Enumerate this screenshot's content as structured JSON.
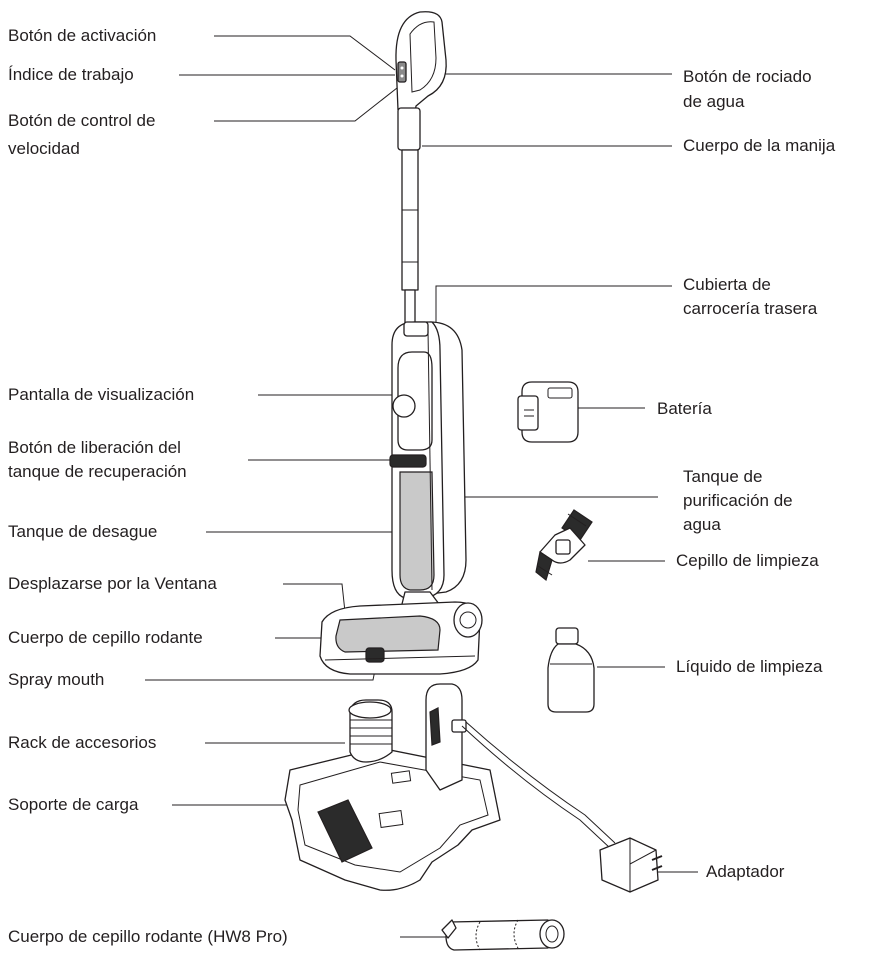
{
  "labels": {
    "boton_activacion": "Botón de activación",
    "indice_trabajo": "Índice de trabajo",
    "boton_control_velocidad_1": "Botón de control de",
    "boton_control_velocidad_2": "velocidad",
    "boton_rociado_1": "Botón de rociado",
    "boton_rociado_2": "de agua",
    "cuerpo_manija": "Cuerpo de la manija",
    "cubierta_1": "Cubierta de",
    "cubierta_2": "carrocería trasera",
    "pantalla": "Pantalla de visualización",
    "bateria": "Batería",
    "liberacion_1": "Botón de liberación del",
    "liberacion_2": "tanque de recuperación",
    "purificacion_1": "Tanque de",
    "purificacion_2": "purificación de",
    "purificacion_3": "agua",
    "tanque_desague": "Tanque de desague",
    "cepillo_limpieza": "Cepillo de limpieza",
    "desplazarse": "Desplazarse por la Ventana",
    "cuerpo_cepillo": "Cuerpo de cepillo rodante",
    "liquido": "Líquido de limpieza",
    "spray": "Spray mouth",
    "rack": "Rack de accesorios",
    "soporte": "Soporte de carga",
    "adaptador": "Adaptador",
    "cuerpo_cepillo_pro": "Cuerpo de cepillo rodante (HW8 Pro)"
  }
}
